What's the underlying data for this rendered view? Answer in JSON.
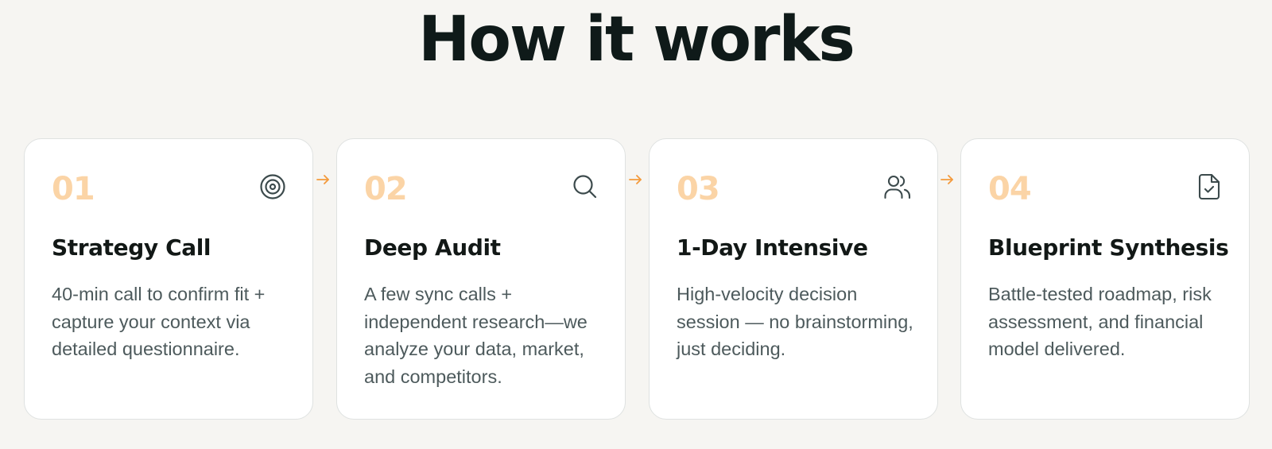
{
  "section": {
    "title": "How it works"
  },
  "colors": {
    "background": "#f6f5f2",
    "card": "#ffffff",
    "step_number": "#fbd4a6",
    "arrow": "#f39a3c",
    "title_text": "#0f1a19",
    "body_text": "#4d5a5c"
  },
  "steps": [
    {
      "number": "01",
      "icon": "target-icon",
      "title": "Strategy Call",
      "description": "40-min call to confirm fit + capture your context via detailed questionnaire."
    },
    {
      "number": "02",
      "icon": "search-icon",
      "title": "Deep Audit",
      "description": "A few sync calls + independent research—we analyze your data, market, and competitors."
    },
    {
      "number": "03",
      "icon": "users-icon",
      "title": "1-Day Intensive",
      "description": "High-velocity decision session — no brainstorming, just deciding."
    },
    {
      "number": "04",
      "icon": "file-check-icon",
      "title": "Blueprint Synthesis",
      "description": "Battle-tested roadmap, risk assessment, and financial model delivered."
    }
  ]
}
